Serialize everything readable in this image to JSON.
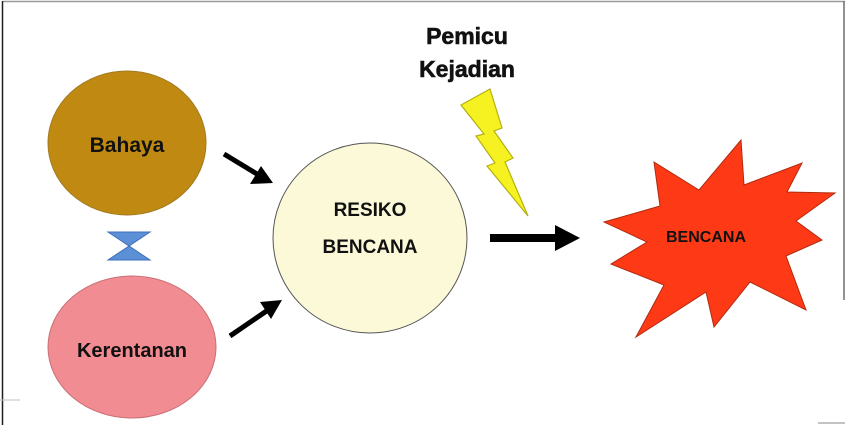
{
  "trigger": {
    "line1": "Pemicu",
    "line2": "Kejadian"
  },
  "nodes": {
    "hazard": {
      "label": "Bahaya",
      "color": "#c08a12"
    },
    "vulnerability": {
      "label": "Kerentanan",
      "color": "#f08c92"
    },
    "risk": {
      "line1": "RESIKO",
      "line2": "BENCANA",
      "color": "#fbf9d8"
    },
    "disaster": {
      "label": "BENCANA",
      "color": "#fe3a16"
    }
  },
  "colors": {
    "lightning": "#f6f221",
    "hourglass": "#5b8fd6",
    "arrows": "#000000",
    "frame": "#8a8a8a"
  }
}
